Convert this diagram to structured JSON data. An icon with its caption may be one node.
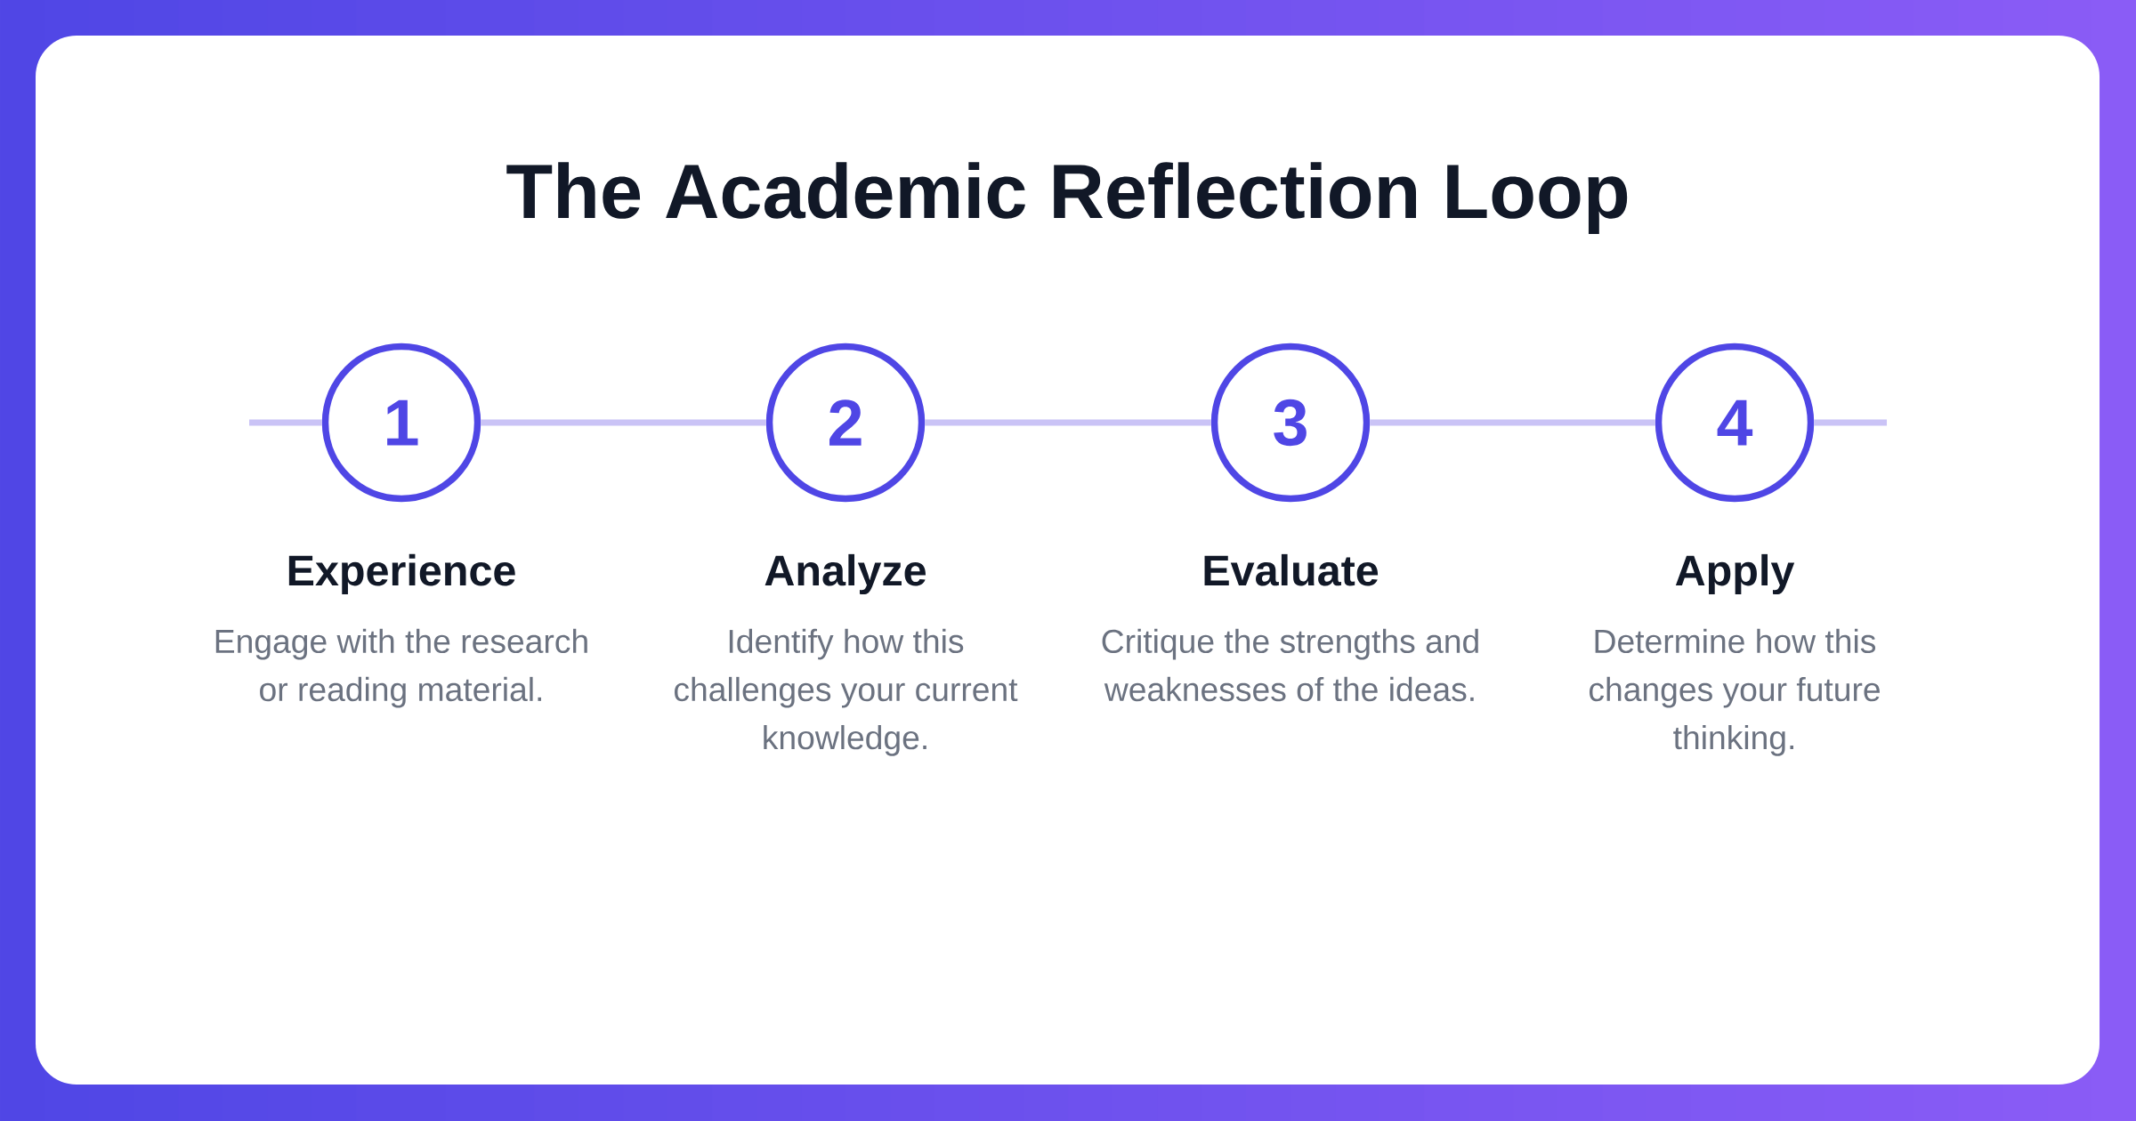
{
  "diagram": {
    "title": "The Academic Reflection Loop",
    "nodes": [
      {
        "text": [
          "1"
        ],
        "beside": [
          "Experience",
          "Engage with the research or reading material."
        ]
      },
      {
        "text": [
          "2"
        ],
        "beside": [
          "Analyze",
          "Identify how this challenges your current knowledge."
        ]
      },
      {
        "text": [
          "3"
        ],
        "beside": [
          "Evaluate",
          "Critique the strengths and weaknesses of the ideas."
        ]
      },
      {
        "text": [
          "4"
        ],
        "beside": [
          "Apply",
          "Determine how this changes your future thinking."
        ]
      }
    ],
    "edges": [
      {
        "from": null,
        "to": 0,
        "arrow": "none"
      },
      {
        "from": 0,
        "to": 1,
        "arrow": "none"
      },
      {
        "from": 1,
        "to": 2,
        "arrow": "none"
      },
      {
        "from": 2,
        "to": 3,
        "arrow": "none"
      },
      {
        "from": 3,
        "to": null,
        "arrow": "none"
      }
    ]
  }
}
